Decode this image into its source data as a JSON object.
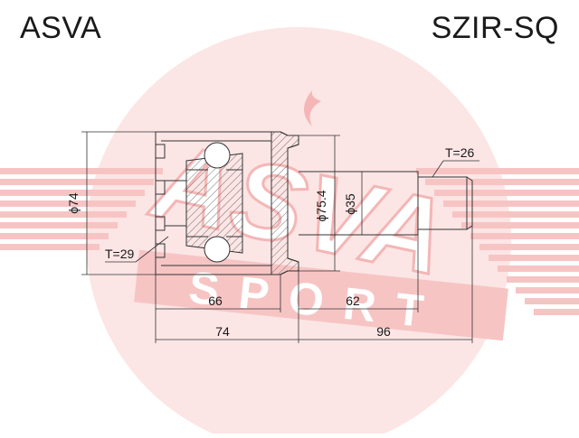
{
  "header": {
    "brand": "ASVA",
    "part_number": "SZIR-SQ"
  },
  "watermark": {
    "logo_text": "ASVA",
    "sub_text": "SPORT",
    "color": "#f4b6b6"
  },
  "dimensions": {
    "outer_diameter": "ϕ74",
    "housing_diameter": "ϕ75.4",
    "stem_diameter": "ϕ35",
    "inner_teeth": "T=29",
    "outer_teeth": "T=26",
    "housing_depth": "66",
    "stem_length": "62",
    "total_housing": "74",
    "total_stem": "96"
  },
  "colors": {
    "line": "#333333",
    "watermark": "#f4b6b6",
    "stripe": "#f7c4c4"
  }
}
